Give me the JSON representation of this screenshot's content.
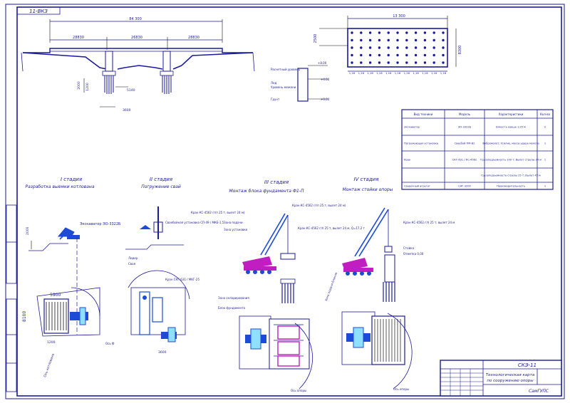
{
  "sheet": {
    "stamp_top_left": "11-ВКЗ",
    "stamp_code": "СКЭ-11",
    "stamp_title_line1": "Технологическая карта",
    "stamp_title_line2": "по сооружению опоры",
    "stamp_org": "СамГУПС"
  },
  "elevation": {
    "dim_total": "84 300",
    "dim_spans": [
      "28830",
      "26830",
      "28830"
    ],
    "dim_side": [
      "2000",
      "1200"
    ],
    "dim_bottom": [
      "5140",
      "3600"
    ]
  },
  "pile_plan": {
    "dim_width": "13 300",
    "dim_height": "8300",
    "dim_left": "2500",
    "dim_row": [
      "1,16",
      "1,16",
      "1,16",
      "1,16",
      "1,16",
      "1,16",
      "1,16",
      "1,16",
      "1,16",
      "1,16",
      "1,16"
    ]
  },
  "legend_levels": {
    "items": [
      "Расчетный уровень",
      "Лед",
      "Уровень межени",
      "Грунт"
    ],
    "marks": [
      "+8.00",
      "+4.00",
      "+0.00"
    ]
  },
  "equipment_table": {
    "headers": [
      "Вид техники",
      "Модель",
      "Характеристики",
      "Кол-во"
    ],
    "rows": [
      [
        "Экскаватор",
        "ЭО-3322Б",
        "Емкость ковша 1,25 м",
        "2"
      ],
      [
        "Погружающая установка",
        "Сваебой ПМ-В2",
        "Вибромолот; Усилие, масса удара молота",
        "1"
      ],
      [
        "Кран",
        "СКГ-631 / КС-4562",
        "Грузоподъемность 100 т; Вылет стрелы 24 м",
        "1"
      ],
      [
        "",
        "",
        "Грузоподъемность стрелы 25 т; Вылет 45 м",
        ""
      ],
      [
        "Сварочный агрегат",
        "САГ-3200",
        "Производительность",
        "1"
      ]
    ]
  },
  "stages": [
    {
      "label": "I стадия",
      "title": "Разработка выемки котлована"
    },
    {
      "label": "II стадия",
      "title": "Погружение свай"
    },
    {
      "label": "III стадия",
      "title": "Монтаж блока фундамента Ф1-П"
    },
    {
      "label": "IV стадия",
      "title": "Монтаж стойки опоры"
    }
  ],
  "stage1": {
    "callout": "Экскаватор ЭО-3322Б",
    "dim_depth": "2000",
    "dim_width": "5900",
    "dim_height": "8100",
    "dim_bottom": "1200",
    "axis_label": "Ось котлована"
  },
  "stage2": {
    "callout": "Сваебойная установка СП-49 / МКБ-1,5",
    "note1": "Лидер",
    "note2": "Свая",
    "crane_label": "Кран СКГ-631 / МКГ-25",
    "dim": "3600",
    "axis_label": "Ось Ф"
  },
  "stage3": {
    "crane_callout": "Кран КС-4562 (г/п 25 т, вылет 24 м)",
    "zone1": "Зона подачи",
    "zone2": "Зона установки",
    "load_label": "Кран КС-4562 г/п 25 т, вылет 24 м, Q=17,2 т",
    "note_zone": "Зона складирования",
    "note_block": "Блок фундамента",
    "dim_bottom": "Ось опоры"
  },
  "stage4": {
    "crane_callout": "Кран КС-4562 (г/п 25 т, вылет 24 м)",
    "load_label": "Кран КС-4562 г/п 25 т, вылет 24 м",
    "note_hook": "Стойка",
    "note_level": "Отметка 0,00",
    "zone": "Зона подачи блоков",
    "dim_bottom": "Ось опоры"
  },
  "colors": {
    "ink": "#1a1a9a",
    "crane_blue": "#1d4bd8",
    "crane_magenta": "#c01ec0",
    "cyan_fill": "#8fe0ff"
  }
}
